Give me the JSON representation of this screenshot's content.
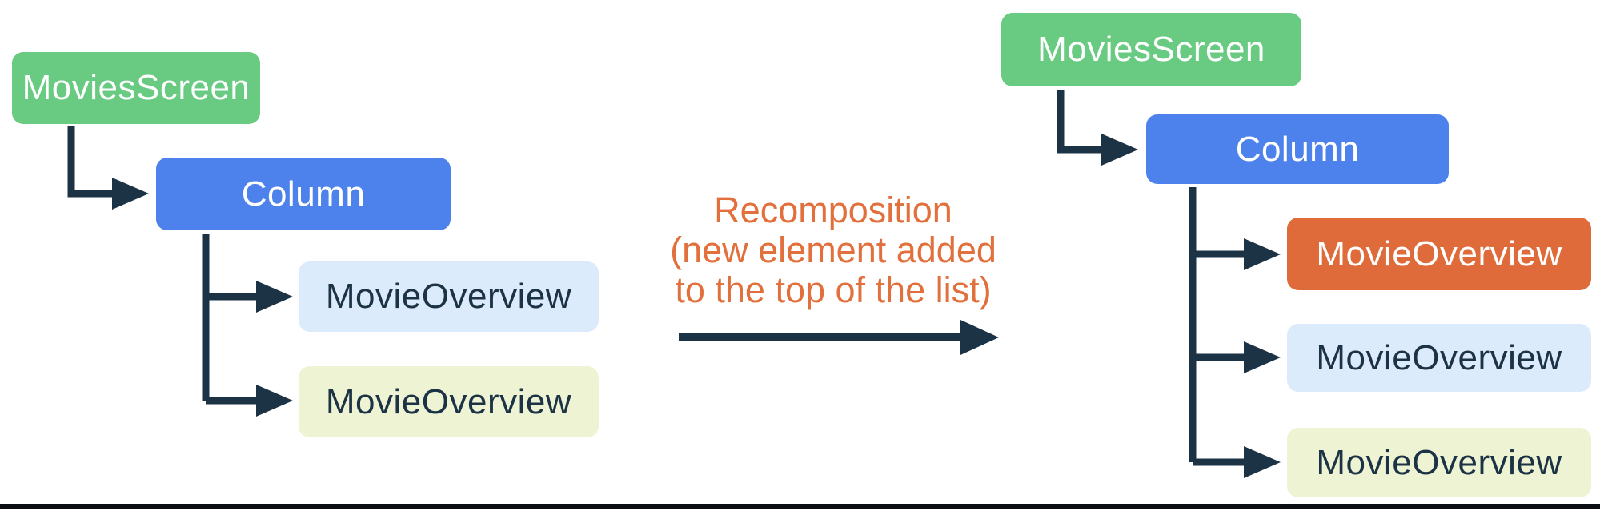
{
  "diagram": {
    "left_tree": {
      "root": {
        "label": "MoviesScreen"
      },
      "column": {
        "label": "Column"
      },
      "children": [
        {
          "label": "MovieOverview"
        },
        {
          "label": "MovieOverview"
        }
      ]
    },
    "right_tree": {
      "root": {
        "label": "MoviesScreen"
      },
      "column": {
        "label": "Column"
      },
      "children": [
        {
          "label": "MovieOverview"
        },
        {
          "label": "MovieOverview"
        },
        {
          "label": "MovieOverview"
        }
      ]
    },
    "annotation": {
      "lines": [
        "Recomposition",
        "(new element added",
        "to the top of the list)"
      ]
    },
    "colors": {
      "green_node": "#68CB81",
      "blue_node": "#4D82EC",
      "light_blue_node": "#DCEBFB",
      "pale_yellow_node": "#EEF3D4",
      "orange_node": "#DE6B39",
      "annotation_text": "#E2703D",
      "connector": "#1C3245",
      "dark_text": "#1C3245",
      "light_text": "#FFFFFF",
      "bottom_rule": "#0B0F14"
    }
  }
}
